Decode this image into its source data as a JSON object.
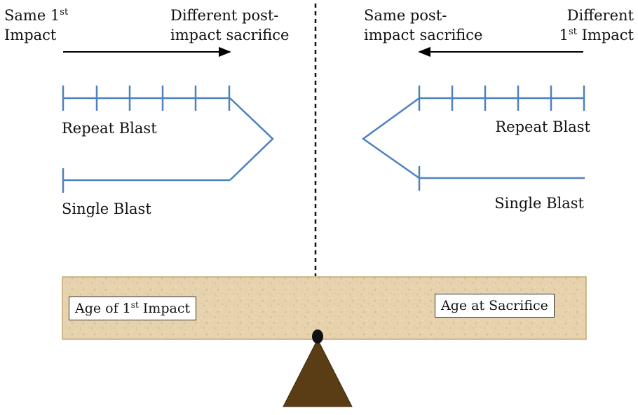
{
  "left": {
    "top_left": {
      "line1": "Same 1",
      "line1_sup": "st",
      "line2": "Impact"
    },
    "top_right": {
      "line1": "Different post-",
      "line2": "impact sacrifice"
    },
    "repeat_label": "Repeat Blast",
    "single_label": "Single Blast"
  },
  "right": {
    "top_left": {
      "line1": "Same post-",
      "line2": "impact sacrifice"
    },
    "top_right": {
      "line1": "Different",
      "line2_pre": "1",
      "line2_sup": "st",
      "line2_post": " Impact"
    },
    "repeat_label": "Repeat Blast",
    "single_label": "Single Blast"
  },
  "beam": {
    "left_box": {
      "pre": "Age of 1",
      "sup": "st",
      "post": " Impact"
    },
    "right_box": "Age at Sacrifice"
  },
  "colors": {
    "timeline": "#4f81bd",
    "beam_fill": "#e7d2ae",
    "beam_edge": "#c2a878",
    "fulcrum": "#5a3c15",
    "pivot": "#111111",
    "arrow": "#000000"
  }
}
